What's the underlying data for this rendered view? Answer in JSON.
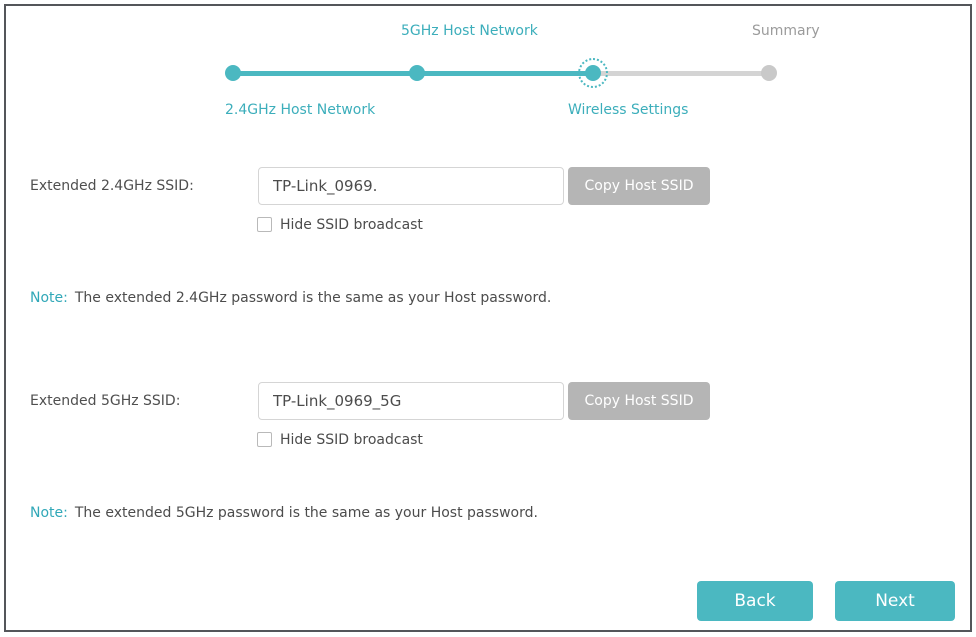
{
  "colors": {
    "accent_teal": "#4BB8C1",
    "stepper_label_teal": "#3CAEBB",
    "inactive_gray": "#C9C9C9",
    "upcoming_label_gray": "#9B9B9B",
    "copy_button_gray": "#B5B5B5",
    "note_label_teal": "#31A8B8",
    "text_dark": "#4C4C4C"
  },
  "stepper": {
    "steps": [
      {
        "label": "2.4GHz Host Network",
        "state": "completed"
      },
      {
        "label": "5GHz Host Network",
        "state": "completed"
      },
      {
        "label": "Wireless Settings",
        "state": "current"
      },
      {
        "label": "Summary",
        "state": "upcoming"
      }
    ]
  },
  "sections": {
    "band24": {
      "field_label": "Extended 2.4GHz SSID:",
      "ssid_value": "TP-Link_0969.",
      "copy_button_label": "Copy Host SSID",
      "checkbox_label": "Hide SSID broadcast",
      "checkbox_checked": false,
      "note_label": "Note:",
      "note_text": "The extended 2.4GHz password is the same as your Host password."
    },
    "band5": {
      "field_label": "Extended 5GHz SSID:",
      "ssid_value": "TP-Link_0969_5G",
      "copy_button_label": "Copy Host SSID",
      "checkbox_label": "Hide SSID broadcast",
      "checkbox_checked": false,
      "note_label": "Note:",
      "note_text": "The extended 5GHz password is the same as your Host password."
    }
  },
  "footer": {
    "back_label": "Back",
    "next_label": "Next"
  }
}
